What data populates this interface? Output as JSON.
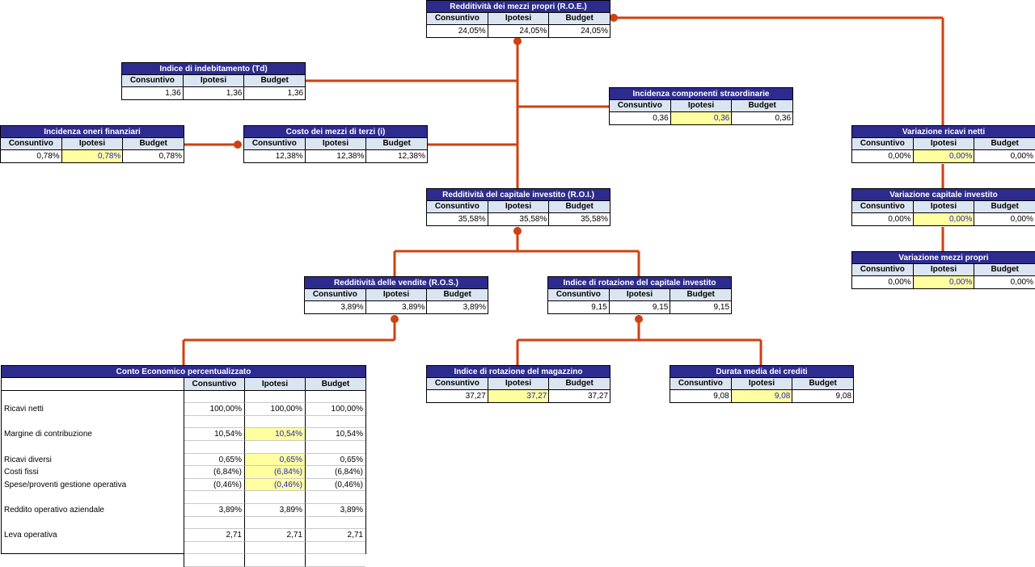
{
  "headers": {
    "c1": "Consuntivo",
    "c2": "Ipotesi",
    "c3": "Budget"
  },
  "colors": {
    "title_bg": "#2e2b8f",
    "header_bg": "#dbe5f1",
    "highlight_bg": "#ffffa0",
    "highlight_text": "#2222cc",
    "connector": "#d04010"
  },
  "boxes": {
    "roe": {
      "title": "Redditività dei mezzi propri (R.O.E.)",
      "values": [
        "24,05%",
        "24,05%",
        "24,05%"
      ]
    },
    "td": {
      "title": "Indice di indebitamento (Td)",
      "values": [
        "1,36",
        "1,36",
        "1,36"
      ]
    },
    "straord": {
      "title": "Incidenza componenti straordinarie",
      "values": [
        "0,36",
        "0,36",
        "0,36"
      ]
    },
    "oneri": {
      "title": "Incidenza oneri finanziari",
      "values": [
        "0,78%",
        "0,78%",
        "0,78%"
      ]
    },
    "terzi": {
      "title": "Costo dei mezzi di terzi (i)",
      "values": [
        "12,38%",
        "12,38%",
        "12,38%"
      ]
    },
    "ricavi": {
      "title": "Variazione ricavi netti",
      "values": [
        "0,00%",
        "0,00%",
        "0,00%"
      ]
    },
    "roi": {
      "title": "Redditività del capitale investito (R.O.I.)",
      "values": [
        "35,58%",
        "35,58%",
        "35,58%"
      ]
    },
    "capinv": {
      "title": "Variazione capitale investito",
      "values": [
        "0,00%",
        "0,00%",
        "0,00%"
      ]
    },
    "mezzi": {
      "title": "Variazione mezzi propri",
      "values": [
        "0,00%",
        "0,00%",
        "0,00%"
      ]
    },
    "ros": {
      "title": "Redditività delle vendite (R.O.S.)",
      "values": [
        "3,89%",
        "3,89%",
        "3,89%"
      ]
    },
    "rotcap": {
      "title": "Indice di rotazione del capitale investito",
      "values": [
        "9,15",
        "9,15",
        "9,15"
      ]
    },
    "magaz": {
      "title": "Indice di rotazione del magazzino",
      "values": [
        "37,27",
        "37,27",
        "37,27"
      ]
    },
    "crediti": {
      "title": "Durata media dei crediti",
      "values": [
        "9,08",
        "9,08",
        "9,08"
      ]
    }
  },
  "conto_economico": {
    "title": "Conto Economico percentualizzato",
    "rows": [
      {
        "label": "",
        "values": [
          "",
          "",
          ""
        ]
      },
      {
        "label": "Ricavi netti",
        "values": [
          "100,00%",
          "100,00%",
          "100,00%"
        ]
      },
      {
        "label": "",
        "values": [
          "",
          "",
          ""
        ]
      },
      {
        "label": "Margine di contribuzione",
        "values": [
          "10,54%",
          "10,54%",
          "10,54%"
        ],
        "hl": true
      },
      {
        "label": "",
        "values": [
          "",
          "",
          ""
        ]
      },
      {
        "label": "Ricavi diversi",
        "values": [
          "0,65%",
          "0,65%",
          "0,65%"
        ],
        "hl": true
      },
      {
        "label": "Costi fissi",
        "values": [
          "(6,84%)",
          "(6,84%)",
          "(6,84%)"
        ],
        "hl": true
      },
      {
        "label": "Spese/proventi gestione operativa",
        "values": [
          "(0,46%)",
          "(0,46%)",
          "(0,46%)"
        ],
        "hl": true
      },
      {
        "label": "",
        "values": [
          "",
          "",
          ""
        ]
      },
      {
        "label": "Reddito operativo aziendale",
        "values": [
          "3,89%",
          "3,89%",
          "3,89%"
        ]
      },
      {
        "label": "",
        "values": [
          "",
          "",
          ""
        ]
      },
      {
        "label": "Leva operativa",
        "values": [
          "2,71",
          "2,71",
          "2,71"
        ]
      },
      {
        "label": "",
        "values": [
          "",
          "",
          ""
        ]
      },
      {
        "label": "",
        "values": [
          "",
          "",
          ""
        ]
      }
    ]
  }
}
